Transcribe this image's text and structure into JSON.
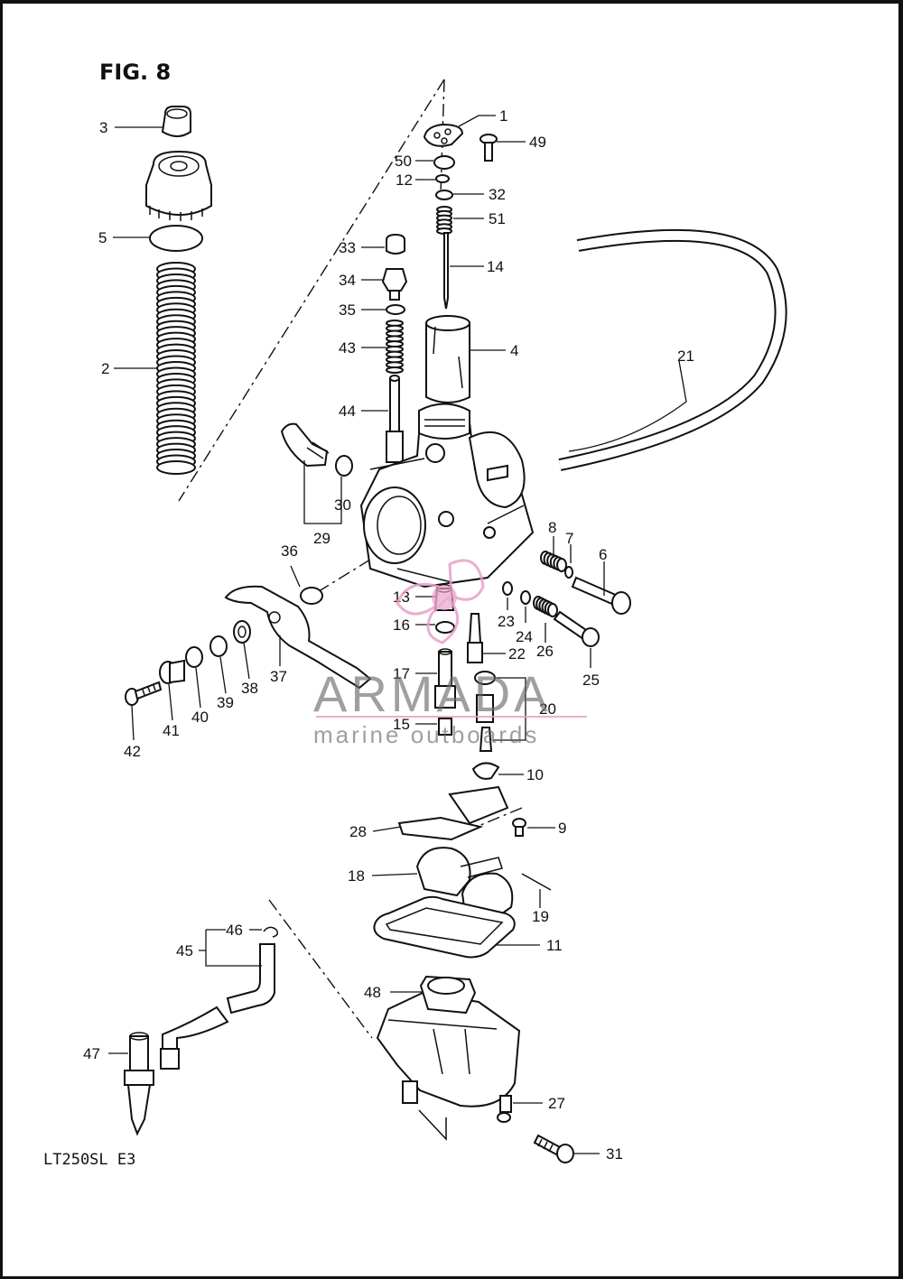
{
  "figure_title": "FIG. 8",
  "model_code": "LT250SL  E3",
  "watermark": {
    "brand": "ARMADA",
    "tagline": "marine outboards",
    "accent_color": "#e8a0c8"
  },
  "callouts": [
    {
      "id": "1",
      "label": "1"
    },
    {
      "id": "2",
      "label": "2"
    },
    {
      "id": "3",
      "label": "3"
    },
    {
      "id": "4",
      "label": "4"
    },
    {
      "id": "5",
      "label": "5"
    },
    {
      "id": "6",
      "label": "6"
    },
    {
      "id": "7",
      "label": "7"
    },
    {
      "id": "8",
      "label": "8"
    },
    {
      "id": "9",
      "label": "9"
    },
    {
      "id": "10",
      "label": "10"
    },
    {
      "id": "11",
      "label": "11"
    },
    {
      "id": "12",
      "label": "12"
    },
    {
      "id": "13",
      "label": "13"
    },
    {
      "id": "14",
      "label": "14"
    },
    {
      "id": "15",
      "label": "15"
    },
    {
      "id": "16",
      "label": "16"
    },
    {
      "id": "17",
      "label": "17"
    },
    {
      "id": "18",
      "label": "18"
    },
    {
      "id": "19",
      "label": "19"
    },
    {
      "id": "20",
      "label": "20"
    },
    {
      "id": "21",
      "label": "21"
    },
    {
      "id": "22",
      "label": "22"
    },
    {
      "id": "23",
      "label": "23"
    },
    {
      "id": "24",
      "label": "24"
    },
    {
      "id": "25",
      "label": "25"
    },
    {
      "id": "26",
      "label": "26"
    },
    {
      "id": "27",
      "label": "27"
    },
    {
      "id": "28",
      "label": "28"
    },
    {
      "id": "29",
      "label": "29"
    },
    {
      "id": "30",
      "label": "30"
    },
    {
      "id": "31",
      "label": "31"
    },
    {
      "id": "32",
      "label": "32"
    },
    {
      "id": "33",
      "label": "33"
    },
    {
      "id": "34",
      "label": "34"
    },
    {
      "id": "35",
      "label": "35"
    },
    {
      "id": "36",
      "label": "36"
    },
    {
      "id": "37",
      "label": "37"
    },
    {
      "id": "38",
      "label": "38"
    },
    {
      "id": "39",
      "label": "39"
    },
    {
      "id": "40",
      "label": "40"
    },
    {
      "id": "41",
      "label": "41"
    },
    {
      "id": "42",
      "label": "42"
    },
    {
      "id": "43",
      "label": "43"
    },
    {
      "id": "44",
      "label": "44"
    },
    {
      "id": "45",
      "label": "45"
    },
    {
      "id": "46",
      "label": "46"
    },
    {
      "id": "47",
      "label": "47"
    },
    {
      "id": "48",
      "label": "48"
    },
    {
      "id": "49",
      "label": "49"
    },
    {
      "id": "50",
      "label": "50"
    },
    {
      "id": "51",
      "label": "51"
    }
  ]
}
